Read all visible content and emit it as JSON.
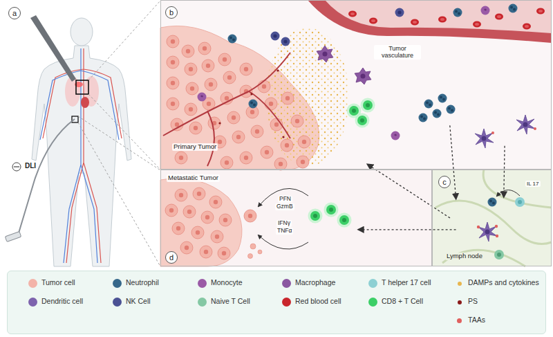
{
  "diagram": {
    "nodes": [
      {
        "text": [
          "b",
          "Tumor vasculature",
          "Primary Tumor"
        ]
      },
      {
        "text": [
          "c",
          "Lymph node"
        ]
      },
      {
        "text": [
          "d",
          "Metastatic Tumor"
        ]
      }
    ],
    "edges": [
      {
        "from": 0,
        "to": 1,
        "arrow": "to"
      },
      {
        "from": 0,
        "to": 1,
        "arrow": "to"
      },
      {
        "from": 1,
        "to": 0,
        "arrow": "to"
      },
      {
        "from": 1,
        "to": 2,
        "arrow": "to"
      }
    ],
    "labels": [
      "a",
      "DLI",
      "IL 17",
      "PFN",
      "GzmB",
      "IFNγ",
      "TNFα"
    ],
    "legend": [
      {
        "text": "Tumor cell",
        "color": "#f3b3a8"
      },
      {
        "text": "Neutrophil",
        "color": "#36688a"
      },
      {
        "text": "Monocyte",
        "color": "#9a5aa6"
      },
      {
        "text": "Macrophage",
        "color": "#8a57a0"
      },
      {
        "text": "T helper 17 cell",
        "color": "#8dd0d3"
      },
      {
        "text": "DAMPs and cytokines",
        "color": "#e8b64f"
      },
      {
        "text": "Dendritic cell",
        "color": "#7d63ad"
      },
      {
        "text": "NK Cell",
        "color": "#4b5294"
      },
      {
        "text": "Naive T Cell",
        "color": "#84c8a4"
      },
      {
        "text": "Red blood cell",
        "color": "#c9262c"
      },
      {
        "text": "CD8 + T Cell",
        "color": "#3ccf67"
      },
      {
        "text": "PS",
        "color": "#8b1a1a"
      },
      {
        "text": "TAAs",
        "color": "#e0605e"
      }
    ]
  }
}
